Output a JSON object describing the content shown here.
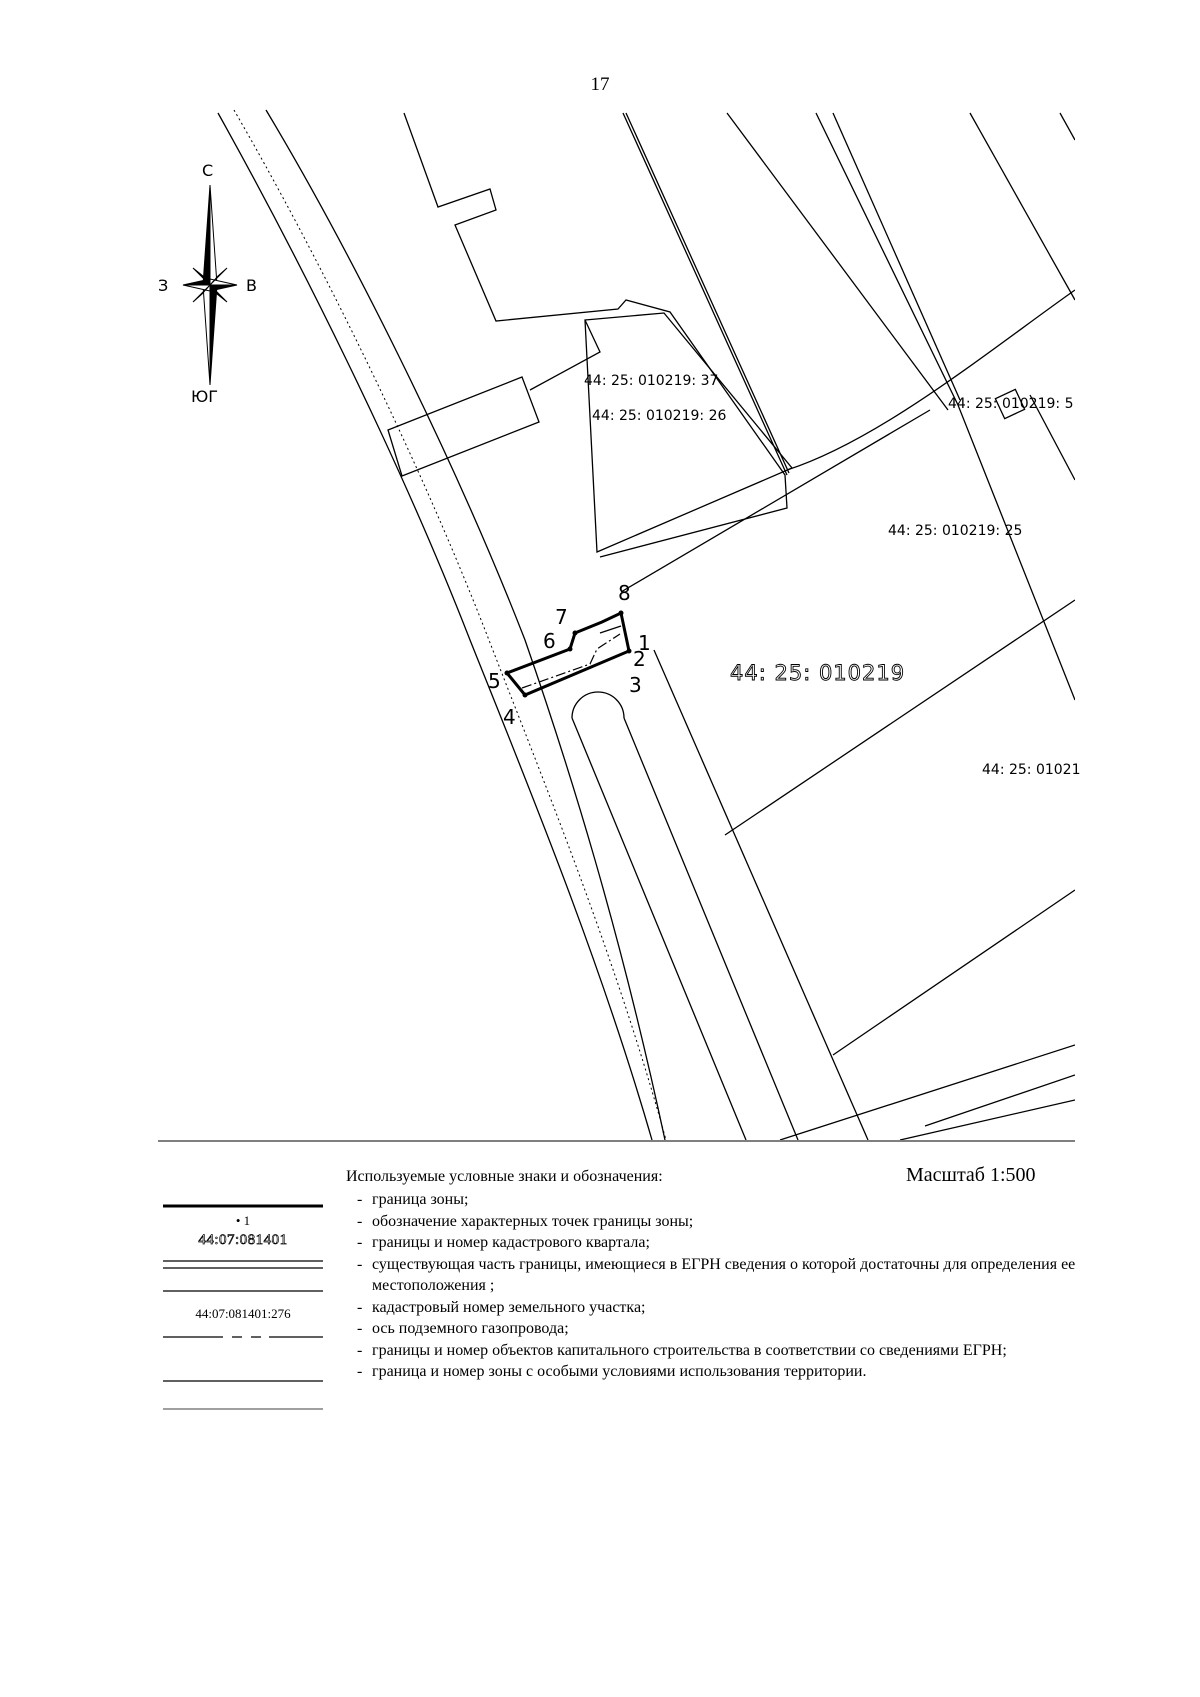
{
  "page": {
    "number": "17"
  },
  "compass": {
    "north": "С",
    "south": "ЮГ",
    "west": "З",
    "east": "В",
    "icon": "compass-rose-icon"
  },
  "map": {
    "parcel_labels": [
      "44: 25: 010219: 37",
      "44: 25: 010219: 26",
      "44: 25: 010219: 5",
      "44: 25: 010219: 25",
      "44: 25: 01021"
    ],
    "quarter_label": "44: 25: 010219",
    "zone_points": [
      "1",
      "2",
      "3",
      "4",
      "5",
      "6",
      "7",
      "8"
    ]
  },
  "scale": {
    "label": "Масштаб 1:500"
  },
  "legend": {
    "title": "Используемые условные знаки и обозначения:",
    "symbol_point_label": "• 1",
    "symbol_quarter_number": "44:07:081401",
    "symbol_parcel_number": "44:07:081401:276",
    "items": [
      "граница зоны;",
      "обозначение характерных точек границы зоны;",
      "границы и номер кадастрового квартала;",
      "существующая часть границы, имеющиеся в ЕГРН сведения о которой достаточны для определения ее местоположения ;",
      "кадастровый номер земельного участка;",
      "ось подземного газопровода;",
      "границы и номер объектов капитального строительства в соответствии со сведениями ЕГРН;",
      "граница и номер зоны с особыми условиями использования территории."
    ]
  }
}
